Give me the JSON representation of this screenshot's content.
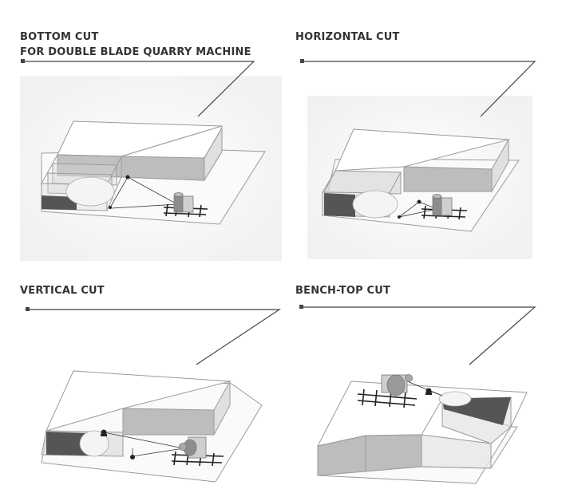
{
  "panels": [
    {
      "title_line1": "BOTTOM CUT",
      "title_line2": "FOR DOUBLE BLADE QUARRY MACHINE"
    },
    {
      "title_line1": "HORIZONTAL CUT"
    },
    {
      "title_line1": "VERTICAL CUT"
    },
    {
      "title_line1": "BENCH-TOP CUT"
    }
  ],
  "colors": {
    "title": "#333333",
    "outline": "#8a8a8a",
    "block_top": "#ffffff",
    "block_front": "#b9b9b9",
    "cut_dark": "#555555",
    "wire_disc": "#f2f2f2",
    "rail": "#222222",
    "background_vignette": "#f5f5f5"
  },
  "icons": [
    "leader-line-icon",
    "quarry-machine-icon",
    "wire-pulley-icon",
    "rail-track-icon"
  ]
}
